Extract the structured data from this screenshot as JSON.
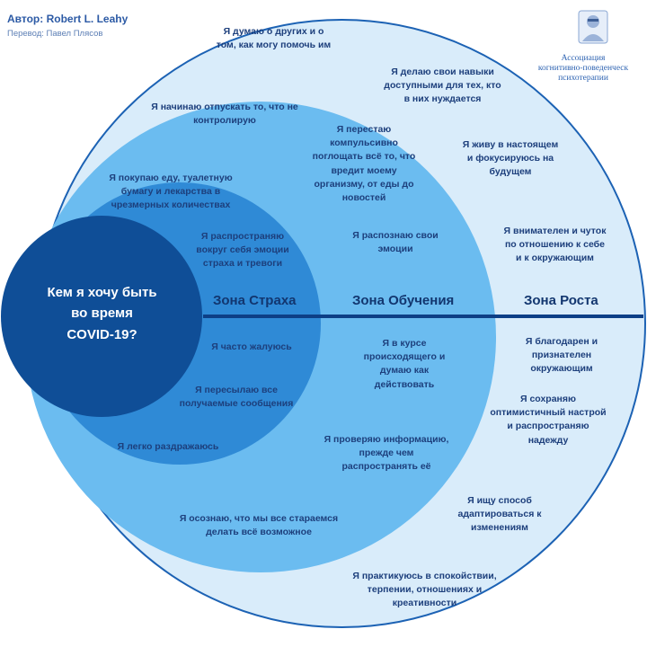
{
  "credits": {
    "author": "Автор: Robert L. Leahy",
    "translator": "Перевод: Павел Плясов",
    "organization": "Ассоциация\nкогнитивно-поведенческ\nпсихотерапии"
  },
  "center_question": "Кем я хочу быть\nво время\nCOVID-19?",
  "zones": {
    "fear": "Зона Страха",
    "learning": "Зона Обучения",
    "growth": "Зона Роста"
  },
  "fear_items": [
    "Я покупаю еду, туалетную\nбумагу и лекарства в\nчрезмерных количествах",
    "Я распространяю\nвокруг себя эмоции\nстраха и тревоги",
    "Я часто жалуюсь",
    "Я пересылаю все\nполучаемые сообщения",
    "Я легко раздражаюсь"
  ],
  "learning_items": [
    "Я начинаю отпускать то, что не\nконтролирую",
    "Я перестаю\nкомпульсивно\nпоглощать всё то, что\nвредит моему\nорганизму, от еды до\nновостей",
    "Я распознаю свои\nэмоции",
    "Я в курсе\nпроисходящего и\nдумаю как\nдействовать",
    "Я проверяю информацию,\nпрежде чем\nраспространять её",
    "Я осознаю, что мы все стараемся\nделать всё возможное"
  ],
  "growth_items": [
    "Я думаю о других и о\nтом, как могу помочь им",
    "Я делаю свои навыки\nдоступными для тех, кто\nв них нуждается",
    "Я живу в настоящем\nи фокусируюсь на\nбудущем",
    "Я внимателен и чуток\nпо отношению к себе\nи к окружающим",
    "Я благодарен и\nпризнателен\nокружающим",
    "Я сохраняю\nоптимистичный настрой\nи распространяю\nнадежду",
    "Я ищу способ\nадаптироваться к\nизменениям",
    "Я практикуюсь в спокойствии,\nтерпении, отношениях и\nкреативности"
  ],
  "colors": {
    "growth_fill": "#d9ecfa",
    "growth_stroke": "#1c62b4",
    "learning_fill": "#6bbcf0",
    "fear_fill": "#2f8ad6",
    "core_fill": "#0f4e97",
    "divider": "#0d3f86"
  }
}
